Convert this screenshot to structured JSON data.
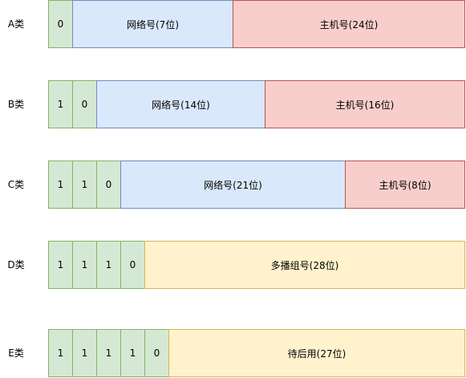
{
  "rows": [
    {
      "label": "A类",
      "cells": [
        {
          "kind": "bit",
          "text": "0"
        },
        {
          "kind": "network",
          "text": "网络号(7位)"
        },
        {
          "kind": "host",
          "text": "主机号(24位)"
        }
      ]
    },
    {
      "label": "B类",
      "cells": [
        {
          "kind": "bit",
          "text": "1"
        },
        {
          "kind": "bit",
          "text": "0"
        },
        {
          "kind": "network",
          "text": "网络号(14位)"
        },
        {
          "kind": "host",
          "text": "主机号(16位)"
        }
      ]
    },
    {
      "label": "C类",
      "cells": [
        {
          "kind": "bit",
          "text": "1"
        },
        {
          "kind": "bit",
          "text": "1"
        },
        {
          "kind": "bit",
          "text": "0"
        },
        {
          "kind": "network",
          "text": "网络号(21位)"
        },
        {
          "kind": "host",
          "text": "主机号(8位)"
        }
      ]
    },
    {
      "label": "D类",
      "cells": [
        {
          "kind": "bit",
          "text": "1"
        },
        {
          "kind": "bit",
          "text": "1"
        },
        {
          "kind": "bit",
          "text": "1"
        },
        {
          "kind": "bit",
          "text": "0"
        },
        {
          "kind": "multicast",
          "text": "多播组号(28位)"
        }
      ]
    },
    {
      "label": "E类",
      "cells": [
        {
          "kind": "bit",
          "text": "1"
        },
        {
          "kind": "bit",
          "text": "1"
        },
        {
          "kind": "bit",
          "text": "1"
        },
        {
          "kind": "bit",
          "text": "1"
        },
        {
          "kind": "bit",
          "text": "0"
        },
        {
          "kind": "reserved",
          "text": "待后用(27位)"
        }
      ]
    }
  ],
  "colors": {
    "bit_fill": "#d5e8d4",
    "network_fill": "#dae8fc",
    "host_fill": "#f8cecc",
    "multicast_fill": "#fff2cc"
  }
}
